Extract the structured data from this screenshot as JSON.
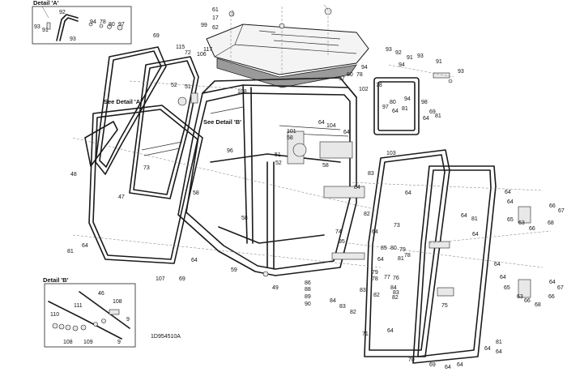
{
  "detail_a_title": "Detail 'A'",
  "detail_b_title": "Detail 'B'",
  "see_detail_a": "See Detail 'A'",
  "see_detail_b": "See Detail 'B'",
  "drawing_code": "1D954510A",
  "callouts": [
    {
      "id": "c1",
      "text": "92"
    },
    {
      "id": "c2",
      "text": "94"
    },
    {
      "id": "c3",
      "text": "78"
    },
    {
      "id": "c4",
      "text": "80"
    },
    {
      "id": "c5",
      "text": "97"
    },
    {
      "id": "c6",
      "text": "93"
    },
    {
      "id": "c7",
      "text": "91"
    },
    {
      "id": "c8",
      "text": "93"
    },
    {
      "id": "c9",
      "text": "61"
    },
    {
      "id": "c10",
      "text": "17"
    },
    {
      "id": "c11",
      "text": "99"
    },
    {
      "id": "c12",
      "text": "62"
    },
    {
      "id": "c13",
      "text": "69"
    },
    {
      "id": "c14",
      "text": "115"
    },
    {
      "id": "c15",
      "text": "72"
    },
    {
      "id": "c16",
      "text": "106"
    },
    {
      "id": "c17",
      "text": "117"
    },
    {
      "id": "c18",
      "text": "52"
    },
    {
      "id": "c19",
      "text": "51"
    },
    {
      "id": "c20",
      "text": "108"
    },
    {
      "id": "c21",
      "text": "93"
    },
    {
      "id": "c22",
      "text": "92"
    },
    {
      "id": "c23",
      "text": "91"
    },
    {
      "id": "c24",
      "text": "93"
    },
    {
      "id": "c25",
      "text": "91"
    },
    {
      "id": "c26",
      "text": "93"
    },
    {
      "id": "c27",
      "text": "94"
    },
    {
      "id": "c28",
      "text": "94"
    },
    {
      "id": "c29",
      "text": "80"
    },
    {
      "id": "c30",
      "text": "78"
    },
    {
      "id": "c31",
      "text": "97"
    },
    {
      "id": "c32",
      "text": "102"
    },
    {
      "id": "c33",
      "text": "78"
    },
    {
      "id": "c34",
      "text": "80"
    },
    {
      "id": "c35",
      "text": "97"
    },
    {
      "id": "c36",
      "text": "94"
    },
    {
      "id": "c37",
      "text": "64"
    },
    {
      "id": "c38",
      "text": "81"
    },
    {
      "id": "c39",
      "text": "98"
    },
    {
      "id": "c40",
      "text": "69"
    },
    {
      "id": "c41",
      "text": "64"
    },
    {
      "id": "c42",
      "text": "81"
    },
    {
      "id": "c43",
      "text": "101"
    },
    {
      "id": "c44",
      "text": "58"
    },
    {
      "id": "c45",
      "text": "64"
    },
    {
      "id": "c46",
      "text": "104"
    },
    {
      "id": "c47",
      "text": "64"
    },
    {
      "id": "c48",
      "text": "96"
    },
    {
      "id": "c49",
      "text": "51"
    },
    {
      "id": "c50",
      "text": "52"
    },
    {
      "id": "c51",
      "text": "58"
    },
    {
      "id": "c52",
      "text": "103"
    },
    {
      "id": "c53",
      "text": "73"
    },
    {
      "id": "c54",
      "text": "48"
    },
    {
      "id": "c55",
      "text": "47"
    },
    {
      "id": "c56",
      "text": "58"
    },
    {
      "id": "c57",
      "text": "83"
    },
    {
      "id": "c58",
      "text": "84"
    },
    {
      "id": "c59",
      "text": "82"
    },
    {
      "id": "c60",
      "text": "64"
    },
    {
      "id": "c61",
      "text": "64"
    },
    {
      "id": "c62",
      "text": "64"
    },
    {
      "id": "c63",
      "text": "66"
    },
    {
      "id": "c64",
      "text": "65"
    },
    {
      "id": "c65",
      "text": "64"
    },
    {
      "id": "c66",
      "text": "81"
    },
    {
      "id": "c67",
      "text": "63"
    },
    {
      "id": "c68",
      "text": "66"
    },
    {
      "id": "c69",
      "text": "68"
    },
    {
      "id": "c70",
      "text": "67"
    },
    {
      "id": "c71",
      "text": "64"
    },
    {
      "id": "c72",
      "text": "58"
    },
    {
      "id": "c73",
      "text": "74"
    },
    {
      "id": "c74",
      "text": "73"
    },
    {
      "id": "c75",
      "text": "64"
    },
    {
      "id": "c76",
      "text": "81"
    },
    {
      "id": "c77",
      "text": "64"
    },
    {
      "id": "c78",
      "text": "64"
    },
    {
      "id": "c79",
      "text": "95"
    },
    {
      "id": "c80",
      "text": "85"
    },
    {
      "id": "c81",
      "text": "80"
    },
    {
      "id": "c82",
      "text": "79"
    },
    {
      "id": "c83",
      "text": "78"
    },
    {
      "id": "c84",
      "text": "81"
    },
    {
      "id": "c85",
      "text": "64"
    },
    {
      "id": "c86",
      "text": "107"
    },
    {
      "id": "c87",
      "text": "69"
    },
    {
      "id": "c88",
      "text": "59"
    },
    {
      "id": "c89",
      "text": "49"
    },
    {
      "id": "c90",
      "text": "79"
    },
    {
      "id": "c91",
      "text": "78"
    },
    {
      "id": "c92",
      "text": "77"
    },
    {
      "id": "c93",
      "text": "76"
    },
    {
      "id": "c94",
      "text": "84"
    },
    {
      "id": "c95",
      "text": "83"
    },
    {
      "id": "c96",
      "text": "82"
    },
    {
      "id": "c97",
      "text": "83"
    },
    {
      "id": "c98",
      "text": "82"
    },
    {
      "id": "c99",
      "text": "86"
    },
    {
      "id": "c100",
      "text": "88"
    },
    {
      "id": "c101",
      "text": "89"
    },
    {
      "id": "c102",
      "text": "90"
    },
    {
      "id": "c103",
      "text": "84"
    },
    {
      "id": "c104",
      "text": "83"
    },
    {
      "id": "c105",
      "text": "82"
    },
    {
      "id": "c106",
      "text": "71"
    },
    {
      "id": "c107",
      "text": "75"
    },
    {
      "id": "c108",
      "text": "64"
    },
    {
      "id": "c109",
      "text": "64"
    },
    {
      "id": "c110",
      "text": "64"
    },
    {
      "id": "c111",
      "text": "63"
    },
    {
      "id": "c112",
      "text": "65"
    },
    {
      "id": "c113",
      "text": "66"
    },
    {
      "id": "c114",
      "text": "68"
    },
    {
      "id": "c115",
      "text": "67"
    },
    {
      "id": "c116",
      "text": "66"
    },
    {
      "id": "c117",
      "text": "64"
    },
    {
      "id": "c118",
      "text": "64"
    },
    {
      "id": "c119",
      "text": "81"
    },
    {
      "id": "c120",
      "text": "64"
    },
    {
      "id": "c121",
      "text": "70"
    },
    {
      "id": "c122",
      "text": "69"
    },
    {
      "id": "c123",
      "text": "64"
    },
    {
      "id": "c124",
      "text": "64"
    },
    {
      "id": "c125",
      "text": "46"
    },
    {
      "id": "c126",
      "text": "108"
    },
    {
      "id": "c127",
      "text": "111"
    },
    {
      "id": "c128",
      "text": "110"
    },
    {
      "id": "c129",
      "text": "9"
    },
    {
      "id": "c130",
      "text": "108"
    },
    {
      "id": "c131",
      "text": "109"
    },
    {
      "id": "c132",
      "text": "9"
    }
  ]
}
